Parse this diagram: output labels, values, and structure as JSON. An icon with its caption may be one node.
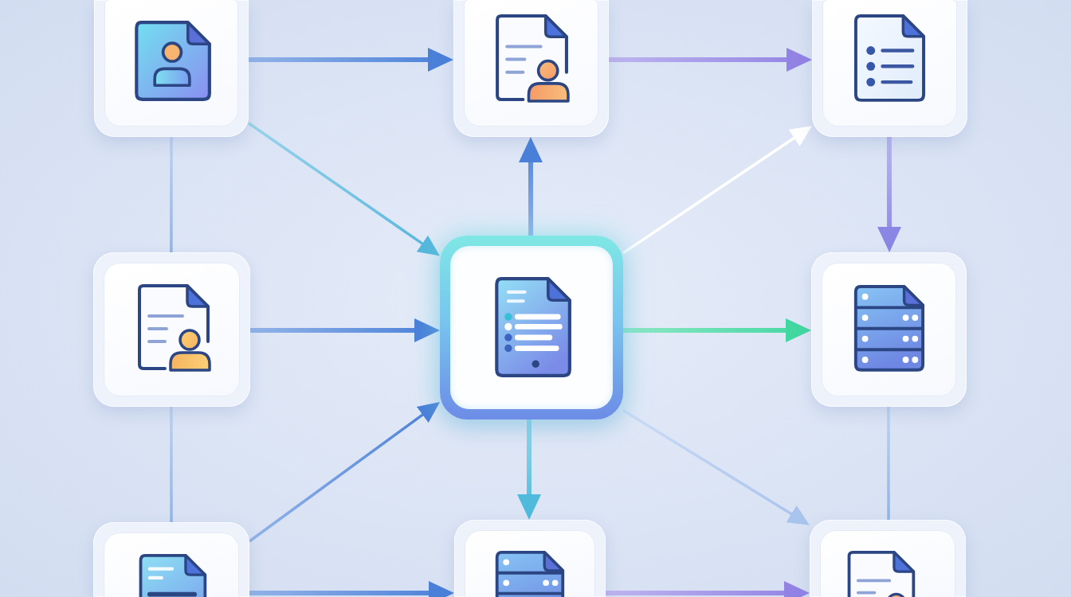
{
  "diagram": {
    "nodes": [
      {
        "text": [],
        "shape": "box"
      },
      {
        "text": [],
        "shape": "box"
      },
      {
        "text": [],
        "shape": "box"
      },
      {
        "text": [],
        "shape": "box"
      },
      {
        "text": [],
        "shape": "box"
      },
      {
        "text": [],
        "shape": "box"
      },
      {
        "text": [],
        "shape": "box"
      },
      {
        "text": [],
        "shape": "box"
      },
      {
        "text": [],
        "shape": "box"
      }
    ],
    "edges": [
      {
        "from": 0,
        "to": 1,
        "arrow": "to",
        "style": "thick"
      },
      {
        "from": 1,
        "to": 2,
        "arrow": "to",
        "style": "thick",
        "color": "#9282e4"
      },
      {
        "from": 0,
        "to": 4,
        "arrow": "to",
        "color": "#55b6dc"
      },
      {
        "from": 0,
        "to": 3,
        "arrow": "none",
        "color": "#8fb4e8"
      },
      {
        "from": 4,
        "to": 1,
        "arrow": "to",
        "style": "thick"
      },
      {
        "from": 4,
        "to": 2,
        "arrow": "to",
        "color": "#ffffff"
      },
      {
        "from": 2,
        "to": 5,
        "arrow": "to",
        "style": "thick",
        "color": "#8a86e4"
      },
      {
        "from": 3,
        "to": 4,
        "arrow": "to",
        "style": "thick"
      },
      {
        "from": 4,
        "to": 5,
        "arrow": "to",
        "style": "thick",
        "color": "#42d7a0"
      },
      {
        "from": 3,
        "to": 6,
        "arrow": "none",
        "color": "#8fb4e8"
      },
      {
        "from": 6,
        "to": 4,
        "arrow": "to"
      },
      {
        "from": 4,
        "to": 7,
        "arrow": "to",
        "style": "thick",
        "color": "#4fbadb"
      },
      {
        "from": 4,
        "to": 8,
        "arrow": "to",
        "color": "#a8c3ec"
      },
      {
        "from": 5,
        "to": 8,
        "arrow": "none",
        "color": "#8fb4e8"
      },
      {
        "from": 6,
        "to": 7,
        "arrow": "to",
        "style": "thick"
      },
      {
        "from": 7,
        "to": 8,
        "arrow": "to",
        "style": "thick",
        "color": "#9282e4"
      }
    ]
  }
}
